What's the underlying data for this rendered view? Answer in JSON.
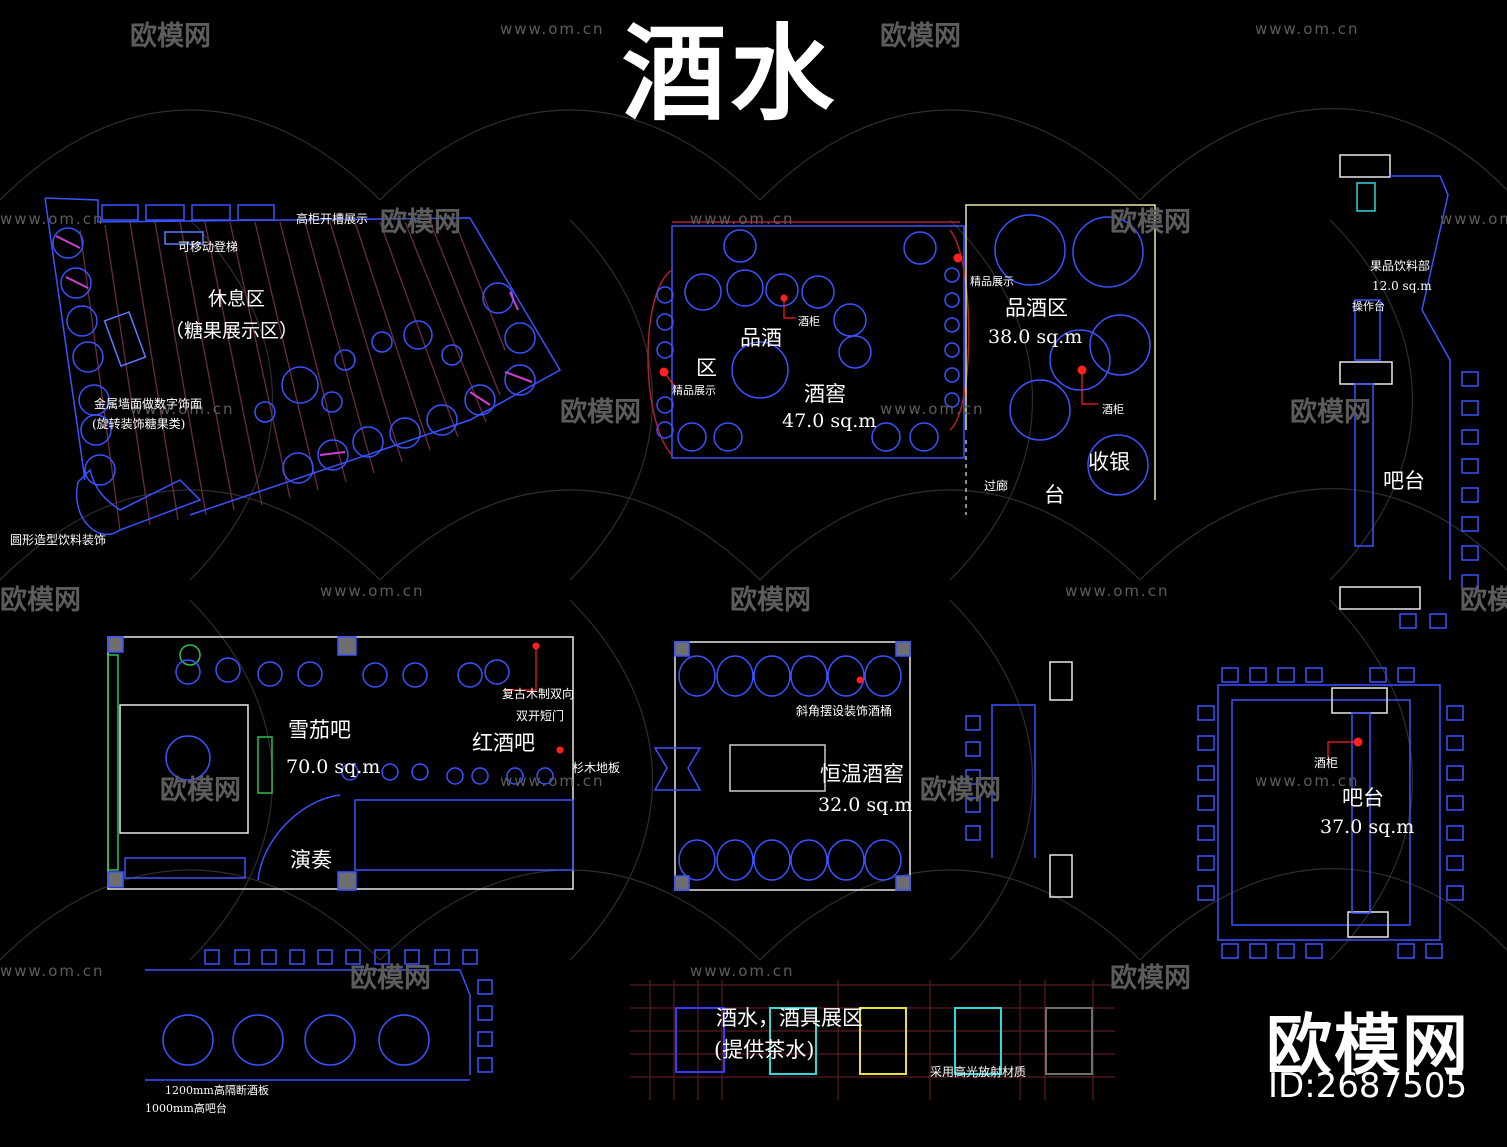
{
  "title": "酒水",
  "watermark": {
    "url": "www.om.cn",
    "logo": "欧模网"
  },
  "brand": {
    "name": "欧模网",
    "id": "ID:2687505"
  },
  "colors": {
    "wall": "#3a52ff",
    "hatch": "#6a2a44",
    "accent": "#ff2020",
    "cyan": "#30d8d8",
    "yellow": "#e8e040",
    "gray": "#6e6e6e",
    "green": "#2fbf4f",
    "magenta": "#d040d0"
  },
  "labels": {
    "stairs": "可移动登梯",
    "high_cabinet": "高柜开槽展示",
    "rest_area": "休息区",
    "candy_area": "（糖果展示区）",
    "wall_decor_1": "金属墙面做数字饰面",
    "wall_decor_2": "(旋转装饰糖果类)",
    "drink_decor": "圆形造型饮料装饰",
    "tasting": "品酒",
    "zone_char": "区",
    "fine_display_a": "精品展示",
    "wine_cabinet_a": "酒柜",
    "cellar": "酒窖",
    "cellar_area": "47.0 sq.m",
    "fine_display_b": "精品展示",
    "tasting_zone": "品酒区",
    "tasting_zone_area": "38.0 sq.m",
    "wine_cabinet_b": "酒柜",
    "cashier": "收银",
    "counter_char": "台",
    "corridor": "过廊",
    "juice_dept": "果品饮料部",
    "juice_area": "12.0 sq.m",
    "operation_table": "操作台",
    "bar_counter_a": "吧台",
    "cigar_bar": "雪茄吧",
    "cigar_area": "70.0 sq.m",
    "red_wine_bar": "红酒吧",
    "antique_door_1": "复古木制双向",
    "antique_door_2": "双开短门",
    "fir_floor": "杉木地板",
    "performance": "演奏",
    "oblique_barrels": "斜角摆设装饰酒桶",
    "constant_cellar": "恒温酒窖",
    "constant_area": "32.0 sq.m",
    "wine_cabinet_c": "酒柜",
    "bar_counter_b": "吧台",
    "bar_b_area": "37.0 sq.m",
    "display_1": "酒水，酒具展区",
    "display_2": "(提供茶水)",
    "glossy": "采用高光放射材质",
    "partition": "1200mm高隔断酒板",
    "high_bar": "1000mm高吧台"
  }
}
